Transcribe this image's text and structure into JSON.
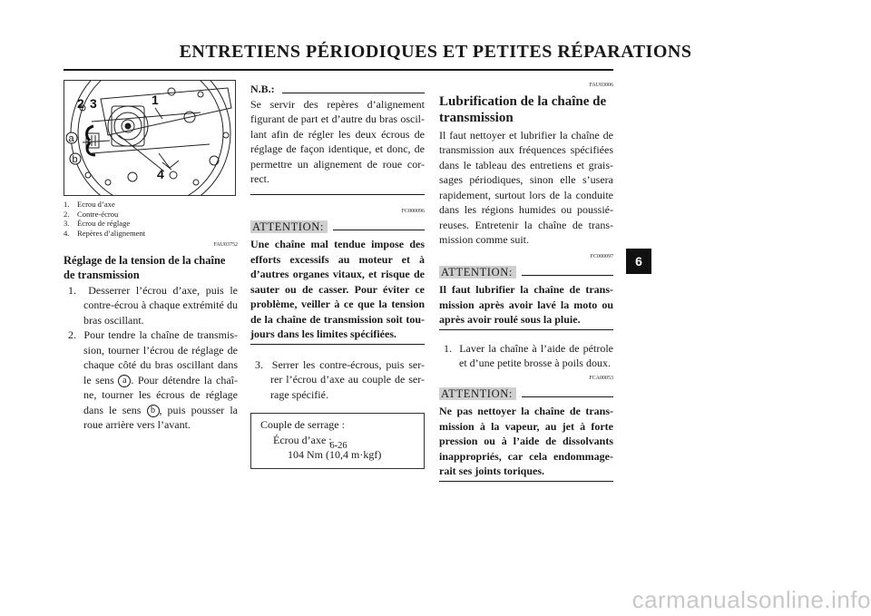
{
  "page": {
    "title": "ENTRETIENS PÉRIODIQUES ET PETITES RÉPARATIONS",
    "page_number": "6-26",
    "chapter_tab": "6",
    "watermark": "carmanualsonline.info"
  },
  "figure": {
    "callouts": [
      "1",
      "2",
      "3",
      "4",
      "a",
      "b"
    ],
    "captions": [
      {
        "num": "1.",
        "text": "Ecrou d’axe"
      },
      {
        "num": "2.",
        "text": "Contre-écrou"
      },
      {
        "num": "3.",
        "text": "Écrou de réglage"
      },
      {
        "num": "4.",
        "text": "Repères d’alignement"
      }
    ]
  },
  "col1": {
    "code": "FAU03752",
    "heading": "Réglage de la tension de la chaîne de transmission",
    "step1_num": "1.",
    "step1_text": "Desserrer l’écrou d’axe, puis le contre-écrou à chaque extrémité du bras oscillant.",
    "step2_num": "2.",
    "step2_a": "Pour tendre la chaîne de transmis-sion, tourner l’écrou de réglage de chaque côté du bras oscillant dans le sens",
    "step2_letter_a": "a",
    "step2_b": ". Pour détendre la chaî-ne, tourner les écrous de réglage dans le sens",
    "step2_letter_b": "b",
    "step2_c": ", puis pousser la roue arrière vers l’avant."
  },
  "col2": {
    "nb_label": "N.B.:",
    "nb_text": "Se servir des repères d’alignement figurant de part et d’autre du bras oscil-lant afin de régler les deux écrous de réglage de façon identique, et donc, de permettre un alignement de roue cor-rect.",
    "code": "FC000096",
    "attention_label": "ATTENTION:",
    "attention_text": "Une chaîne mal tendue impose des efforts excessifs au moteur et à d’autres organes vitaux, et risque de sauter ou de casser. Pour éviter ce problème, veiller à ce que la tension de la chaîne de transmission soit tou-jours dans les limites spécifiées.",
    "step3_num": "3.",
    "step3_text": "Serrer les contre-écrous, puis ser-rer l’écrou d’axe au couple de ser-rage spécifié.",
    "torque_title": "Couple de serrage :",
    "torque_item": "Écrou d’axe :",
    "torque_value": "104 Nm (10,4 m·kgf)"
  },
  "col3": {
    "code1": "FAU03006",
    "heading": "Lubrification de la chaîne de transmission",
    "intro": "Il faut nettoyer et lubrifier la chaîne de transmission aux fréquences spécifiées dans le tableau des entretiens et grais-sages périodiques, sinon elle s’usera rapidement, surtout lors de la conduite dans les régions humides ou poussié-reuses. Entretenir la chaîne de trans-mission comme suit.",
    "code2": "FC000097",
    "attention1_label": "ATTENTION:",
    "attention1_text": "Il faut lubrifier la chaîne de trans-mission après avoir lavé la moto ou après avoir roulé sous la pluie.",
    "step1_num": "1.",
    "step1_text": "Laver la chaîne à l’aide de pétrole et d’une petite brosse à poils doux.",
    "code3": "FCA00053",
    "attention2_label": "ATTENTION:",
    "attention2_text": "Ne pas nettoyer la chaîne de trans-mission à la vapeur, au jet à forte pression ou à l’aide de dissolvants inappropriés, car cela endommage-rait ses joints toriques."
  }
}
